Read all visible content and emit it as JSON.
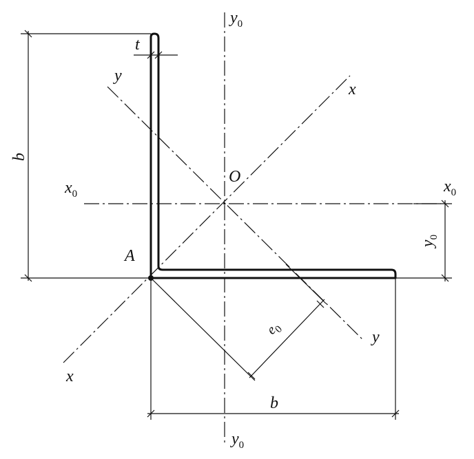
{
  "labels": {
    "t": "t",
    "b_left": "b",
    "b_bottom": "b",
    "y_upper": "y",
    "y_lower": "y",
    "x_upper": "x",
    "x_lower": "x",
    "x0_left": "x",
    "x0_right": "x",
    "y0_top": "y",
    "y0_bottom": "y",
    "y0_dim": "y",
    "e0": "e",
    "O": "O",
    "A": "A",
    "sub0": "0"
  }
}
